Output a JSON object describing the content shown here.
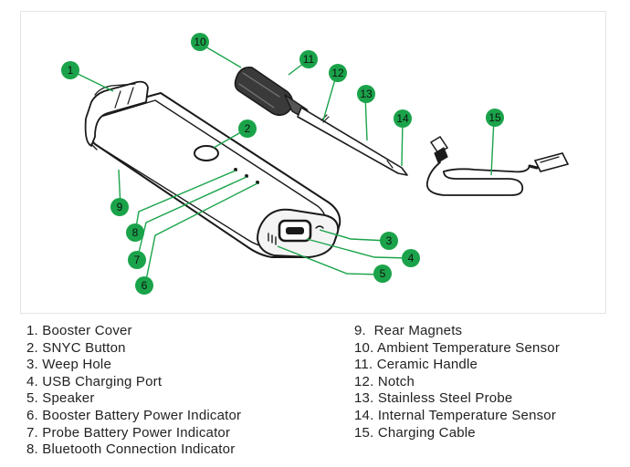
{
  "accent_color": "#1aa34a",
  "callouts": [
    "1",
    "2",
    "3",
    "4",
    "5",
    "6",
    "7",
    "8",
    "9",
    "10",
    "11",
    "12",
    "13",
    "14",
    "15"
  ],
  "legend_left": [
    "1. Booster Cover",
    "2. SNYC Button",
    "3. Weep Hole",
    "4. USB Charging Port",
    "5. Speaker",
    "6. Booster Battery Power Indicator",
    "7. Probe Battery Power Indicator",
    "8. Bluetooth Connection Indicator"
  ],
  "legend_right": [
    "9.  Rear Magnets",
    "10. Ambient Temperature Sensor",
    "11. Ceramic Handle",
    "12. Notch",
    "13. Stainless Steel Probe",
    "14. Internal Temperature Sensor",
    "15. Charging Cable"
  ]
}
